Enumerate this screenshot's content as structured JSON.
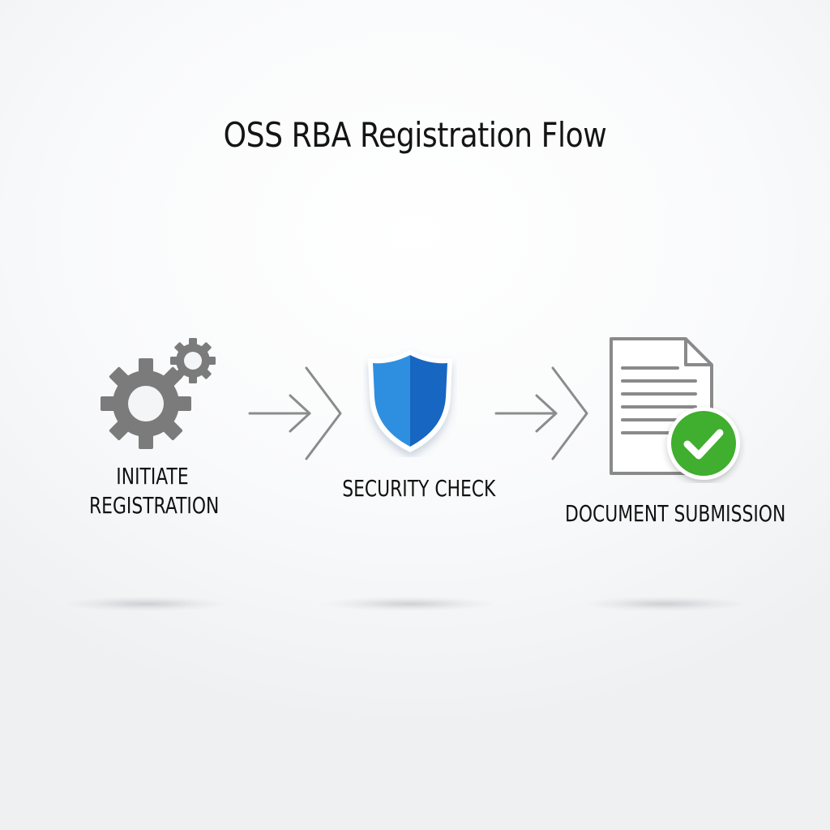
{
  "title": "OSS RBA Registration Flow",
  "steps": [
    {
      "label_line1": "INITIATE",
      "label_line2": "REGISTRATION",
      "icon": "gears-icon"
    },
    {
      "label_line1": "SECURITY CHECK",
      "icon": "shield-icon"
    },
    {
      "label_line1": "DOCUMENT SUBMISSION",
      "icon": "document-check-icon"
    }
  ],
  "connectors": [
    "arrow-right-icon",
    "arrow-right-icon"
  ],
  "colors": {
    "gear": "#7a7a7a",
    "shield_light": "#2f8fe0",
    "shield_dark": "#1565c0",
    "check_green": "#3fae2f",
    "doc_outline": "#8a8a8a",
    "arrow": "#8c8c8c",
    "text": "#111111"
  }
}
